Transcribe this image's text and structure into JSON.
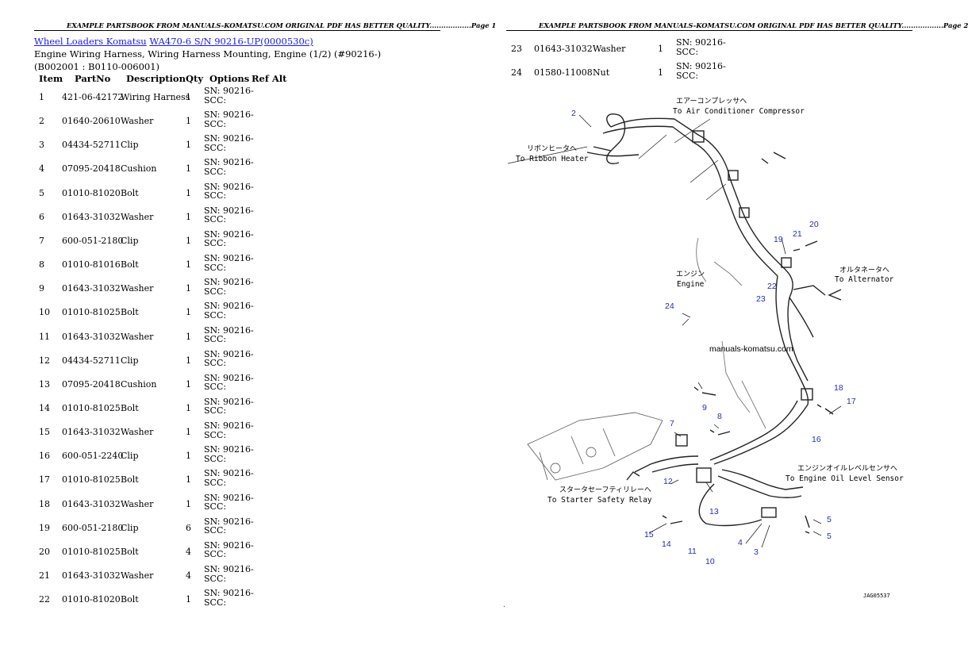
{
  "headers": {
    "page1": "EXAMPLE PARTSBOOK FROM MANUALS-KOMATSU.COM ORIGINAL PDF HAS BETTER QUALITY..................Page 1",
    "page2": "EXAMPLE PARTSBOOK FROM MANUALS-KOMATSU.COM ORIGINAL PDF HAS BETTER QUALITY..................Page 2"
  },
  "breadcrumb": {
    "link1": "Wheel Loaders Komatsu",
    "link2": "WA470-6 S/N 90216-UP(0000530c)"
  },
  "subtitle": "Engine Wiring Harness, Wiring Harness Mounting, Engine (1/2) (#90216-)(B002001 : B0110-006001)",
  "columns": {
    "item": "Item",
    "partno": "PartNo",
    "description": "Description",
    "qty": "Qty",
    "options": "Options",
    "refalt": "Ref Alt"
  },
  "parts": [
    {
      "item": "1",
      "partno": "421-06-42172",
      "desc": "Wiring Harness",
      "qty": "1",
      "opt1": "SN: 90216-",
      "opt2": "SCC:"
    },
    {
      "item": "2",
      "partno": "01640-20610",
      "desc": "Washer",
      "qty": "1",
      "opt1": "SN: 90216-",
      "opt2": "SCC:"
    },
    {
      "item": "3",
      "partno": "04434-52711",
      "desc": "Clip",
      "qty": "1",
      "opt1": "SN: 90216-",
      "opt2": "SCC:"
    },
    {
      "item": "4",
      "partno": "07095-20418",
      "desc": "Cushion",
      "qty": "1",
      "opt1": "SN: 90216-",
      "opt2": "SCC:"
    },
    {
      "item": "5",
      "partno": "01010-81020",
      "desc": "Bolt",
      "qty": "1",
      "opt1": "SN: 90216-",
      "opt2": "SCC:"
    },
    {
      "item": "6",
      "partno": "01643-31032",
      "desc": "Washer",
      "qty": "1",
      "opt1": "SN: 90216-",
      "opt2": "SCC:"
    },
    {
      "item": "7",
      "partno": "600-051-2180",
      "desc": "Clip",
      "qty": "1",
      "opt1": "SN: 90216-",
      "opt2": "SCC:"
    },
    {
      "item": "8",
      "partno": "01010-81016",
      "desc": "Bolt",
      "qty": "1",
      "opt1": "SN: 90216-",
      "opt2": "SCC:"
    },
    {
      "item": "9",
      "partno": "01643-31032",
      "desc": "Washer",
      "qty": "1",
      "opt1": "SN: 90216-",
      "opt2": "SCC:"
    },
    {
      "item": "10",
      "partno": "01010-81025",
      "desc": "Bolt",
      "qty": "1",
      "opt1": "SN: 90216-",
      "opt2": "SCC:"
    },
    {
      "item": "11",
      "partno": "01643-31032",
      "desc": "Washer",
      "qty": "1",
      "opt1": "SN: 90216-",
      "opt2": "SCC:"
    },
    {
      "item": "12",
      "partno": "04434-52711",
      "desc": "Clip",
      "qty": "1",
      "opt1": "SN: 90216-",
      "opt2": "SCC:"
    },
    {
      "item": "13",
      "partno": "07095-20418",
      "desc": "Cushion",
      "qty": "1",
      "opt1": "SN: 90216-",
      "opt2": "SCC:"
    },
    {
      "item": "14",
      "partno": "01010-81025",
      "desc": "Bolt",
      "qty": "1",
      "opt1": "SN: 90216-",
      "opt2": "SCC:"
    },
    {
      "item": "15",
      "partno": "01643-31032",
      "desc": "Washer",
      "qty": "1",
      "opt1": "SN: 90216-",
      "opt2": "SCC:"
    },
    {
      "item": "16",
      "partno": "600-051-2240",
      "desc": "Clip",
      "qty": "1",
      "opt1": "SN: 90216-",
      "opt2": "SCC:"
    },
    {
      "item": "17",
      "partno": "01010-81025",
      "desc": "Bolt",
      "qty": "1",
      "opt1": "SN: 90216-",
      "opt2": "SCC:"
    },
    {
      "item": "18",
      "partno": "01643-31032",
      "desc": "Washer",
      "qty": "1",
      "opt1": "SN: 90216-",
      "opt2": "SCC:"
    },
    {
      "item": "19",
      "partno": "600-051-2180",
      "desc": "Clip",
      "qty": "6",
      "opt1": "SN: 90216-",
      "opt2": "SCC:"
    },
    {
      "item": "20",
      "partno": "01010-81025",
      "desc": "Bolt",
      "qty": "4",
      "opt1": "SN: 90216-",
      "opt2": "SCC:"
    },
    {
      "item": "21",
      "partno": "01643-31032",
      "desc": "Washer",
      "qty": "4",
      "opt1": "SN: 90216-",
      "opt2": "SCC:"
    },
    {
      "item": "22",
      "partno": "01010-81020",
      "desc": "Bolt",
      "qty": "1",
      "opt1": "SN: 90216-",
      "opt2": "SCC:"
    }
  ],
  "parts_page2": [
    {
      "item": "23",
      "partno": "01643-31032",
      "desc": "Washer",
      "qty": "1",
      "opt1": "SN: 90216-",
      "opt2": "SCC:"
    },
    {
      "item": "24",
      "partno": "01580-11008",
      "desc": "Nut",
      "qty": "1",
      "opt1": "SN: 90216-",
      "opt2": "SCC:"
    }
  ],
  "diagram": {
    "label_air_jp": "エアーコンプレッサへ",
    "label_air_en": "To Air Conditioner Compressor",
    "label_ribbon_jp": "リボンヒータへ",
    "label_ribbon_en": "To Ribbon Heater",
    "label_engine_jp": "エンジン",
    "label_engine_en": "Engine",
    "label_alt_jp": "オルタネータへ",
    "label_alt_en": "To Alternator",
    "label_starter_jp": "スタータセーフティリレーへ",
    "label_starter_en": "To Starter Safety Relay",
    "label_oil_jp": "エンジンオイルレベルセンサへ",
    "label_oil_en": "To Engine Oil Level Sensor",
    "watermark": "manuals-komatsu.com",
    "drawing_no": "JAG05537",
    "callouts": [
      "2",
      "20",
      "21",
      "19",
      "22",
      "23",
      "24",
      "18",
      "17",
      "16",
      "9",
      "8",
      "7",
      "12",
      "13",
      "15",
      "14",
      "11",
      "10",
      "4",
      "3",
      "5",
      "5"
    ]
  }
}
